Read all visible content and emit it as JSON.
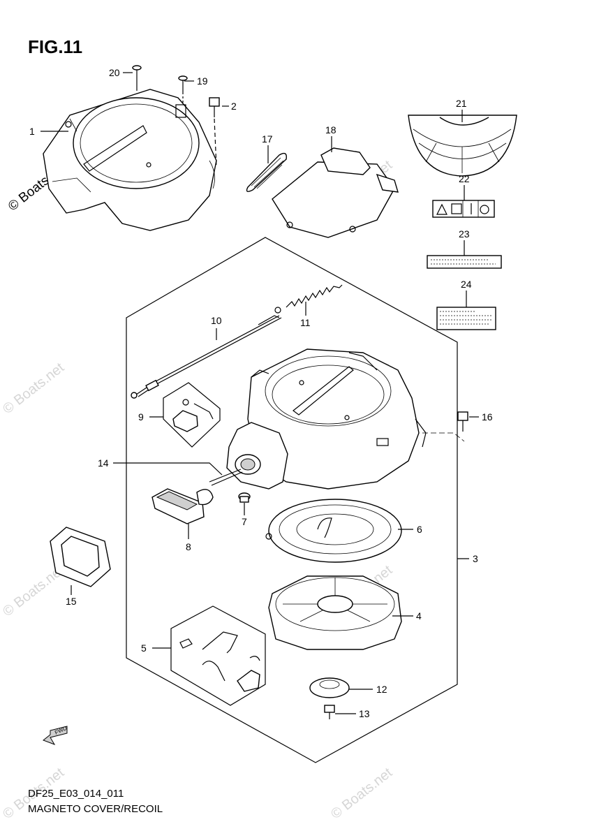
{
  "figure": {
    "title": "FIG.11"
  },
  "footer": {
    "code": "DF25_E03_014_011",
    "name": "MAGNETO COVER/RECOIL"
  },
  "watermark": {
    "text": "© Boats.net",
    "main_text": "© Boats.net"
  },
  "fwd_label": "FWD",
  "callouts": [
    "1",
    "2",
    "3",
    "4",
    "5",
    "6",
    "7",
    "8",
    "9",
    "10",
    "11",
    "12",
    "13",
    "14",
    "15",
    "16",
    "17",
    "18",
    "19",
    "20",
    "21",
    "22",
    "23",
    "24"
  ]
}
